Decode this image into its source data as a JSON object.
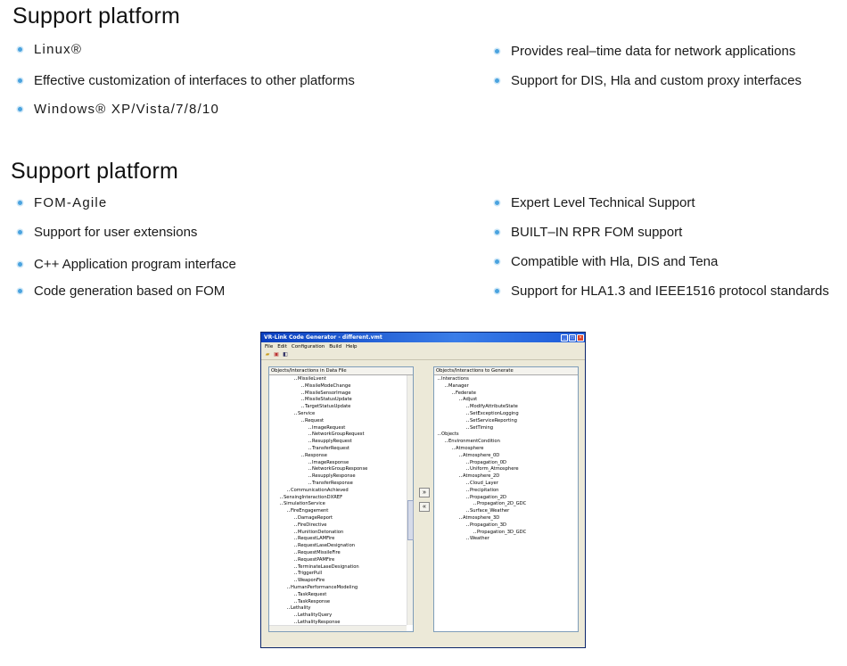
{
  "sections": [
    {
      "title": "Support platform",
      "left": [
        "Linux®",
        "Effective customization of interfaces to other platforms",
        "Windows® XP/Vista/7/8/10"
      ],
      "right": [
        "Provides real–time data for network applications",
        "Support for DIS, Hla and custom proxy interfaces"
      ]
    },
    {
      "title": "Support platform",
      "left": [
        "FOM-Agile",
        "Support for user extensions",
        "C++ Application program interface",
        "Code generation based on FOM"
      ],
      "right": [
        "Expert Level Technical Support",
        "BUILT–IN RPR FOM support",
        "Compatible with Hla, DIS and Tena",
        "Support for HLA1.3 and IEEE1516 protocol standards"
      ]
    }
  ],
  "window": {
    "title": "VR-Link Code Generator - different.vmt",
    "menu": [
      "File",
      "Edit",
      "Configuration",
      "Build",
      "Help"
    ],
    "left_pane_header": "Objects/Interactions in Data File",
    "right_pane_header": "Objects/Interactions to Generate",
    "left_tree": [
      "MissileLvent",
      "MissileModeChange",
      "MissileSensorImage",
      "MissileStatusUpdate",
      "TargetStatusUpdate",
      "Service",
      "Request",
      "ImageRequest",
      "NetworkGroupRequest",
      "ResupplyRequest",
      "TransferRequest",
      "Response",
      "ImageResponse",
      "NetworkGroupResponse",
      "ResupplyResponse",
      "TransferResponse",
      "CommunicationAchieved",
      "SensingInteractionDXREF",
      "SimulationService",
      "FireEngagement",
      "DamageReport",
      "FireDirective",
      "MunitionDetonation",
      "RequestLAMFire",
      "RequestLaseDesignation",
      "RequestMissileFire",
      "RequestPAMFire",
      "TerminateLaseDesignation",
      "TriggerPull",
      "WeaponFire",
      "HumanPerformanceModeling",
      "TaskRequest",
      "TaskResponse",
      "Lethality",
      "LethalityQuery",
      "LethalityResponse"
    ],
    "right_tree": [
      "Interactions",
      "Manager",
      "Federate",
      "Adjust",
      "ModifyAttributeState",
      "SetExceptionLogging",
      "SetServiceReporting",
      "SetTiming",
      "Objects",
      "EnvironmentCondition",
      "Atmosphere",
      "Atmosphere_0D",
      "Propagation_0D",
      "Uniform_Atmosphere",
      "Atmosphere_2D",
      "Cloud_Layer",
      "Precipitation",
      "Propagation_2D",
      "Propagation_2D_GDC",
      "Surface_Weather",
      "Atmosphere_3D",
      "Propagation_3D",
      "Propagation_3D_GDC",
      "Weather"
    ]
  }
}
